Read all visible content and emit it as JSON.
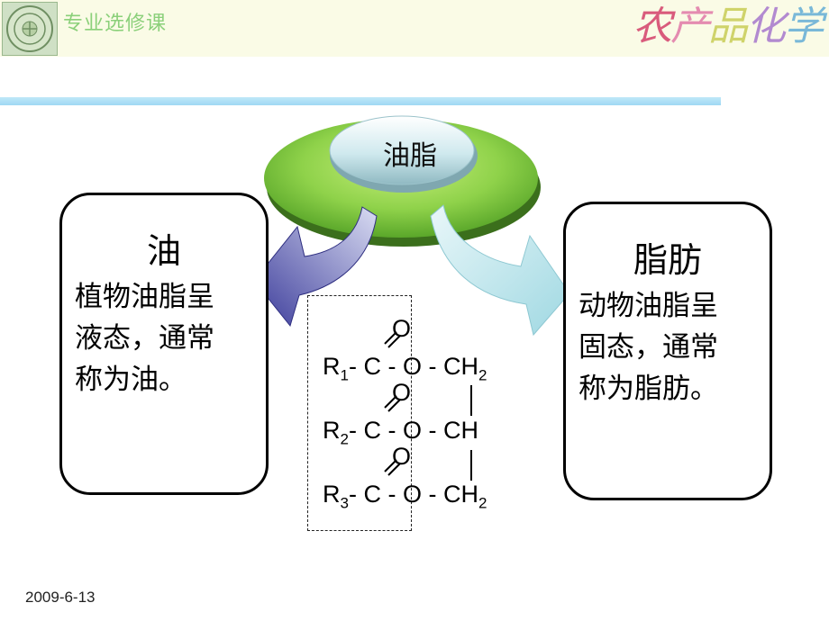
{
  "header": {
    "course_label": "专业选修课",
    "wordart_chars": [
      "农",
      "产",
      "品",
      "化",
      "学"
    ],
    "wordart_colors": [
      "#d95b7c",
      "#e48bb0",
      "#cfd36a",
      "#b28ad0",
      "#79b8d8"
    ]
  },
  "center": {
    "label": "油脂"
  },
  "left_box": {
    "title": "油",
    "lines": [
      "植物油脂呈",
      "液态，通常",
      "称为油。"
    ]
  },
  "right_box": {
    "title": "脂肪",
    "lines": [
      "动物油脂呈",
      "固态，通常",
      "称为脂肪。"
    ]
  },
  "formula": {
    "oxygen": "O",
    "rows": [
      {
        "r": "R",
        "sub": "1",
        "mid": "- C - O - CH",
        "end_sub": "2"
      },
      {
        "r": "R",
        "sub": "2",
        "mid": "- C - O - CH",
        "end_sub": ""
      },
      {
        "r": "R",
        "sub": "3",
        "mid": "- C - O - CH",
        "end_sub": "2"
      }
    ]
  },
  "footer": {
    "date": "2009-6-13"
  },
  "colors": {
    "disk_green": "#8fd24a",
    "pill": "#c9e7ec",
    "arrow_left": "#4a4aa8",
    "arrow_right": "#a9dfe8",
    "rule": "#aadcf5"
  }
}
